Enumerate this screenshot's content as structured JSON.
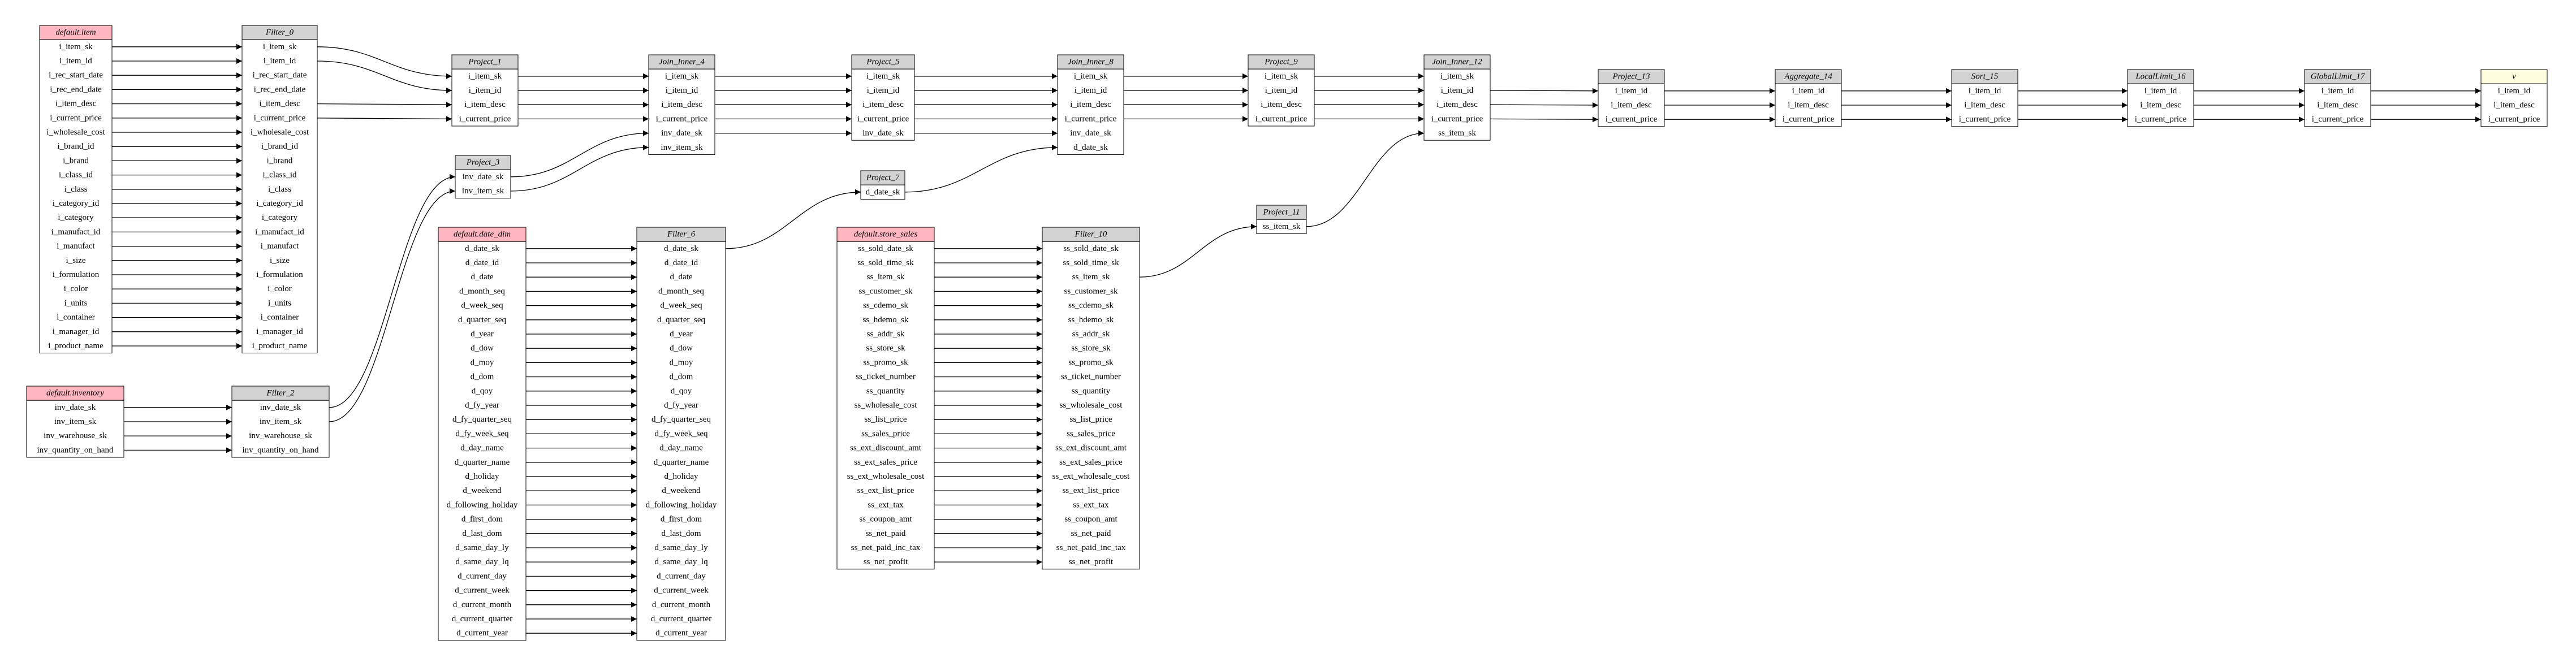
{
  "diagram": {
    "colors": {
      "source_header": "#ffb6c1",
      "op_header": "#d3d3d3",
      "sink_header": "#ffffe0",
      "border": "#000000"
    },
    "nodes": [
      {
        "id": "default_item",
        "title": "default.item",
        "kind": "source",
        "fields": [
          "i_item_sk",
          "i_item_id",
          "i_rec_start_date",
          "i_rec_end_date",
          "i_item_desc",
          "i_current_price",
          "i_wholesale_cost",
          "i_brand_id",
          "i_brand",
          "i_class_id",
          "i_class",
          "i_category_id",
          "i_category",
          "i_manufact_id",
          "i_manufact",
          "i_size",
          "i_formulation",
          "i_color",
          "i_units",
          "i_container",
          "i_manager_id",
          "i_product_name"
        ]
      },
      {
        "id": "filter_0",
        "title": "Filter_0",
        "kind": "op",
        "fields": [
          "i_item_sk",
          "i_item_id",
          "i_rec_start_date",
          "i_rec_end_date",
          "i_item_desc",
          "i_current_price",
          "i_wholesale_cost",
          "i_brand_id",
          "i_brand",
          "i_class_id",
          "i_class",
          "i_category_id",
          "i_category",
          "i_manufact_id",
          "i_manufact",
          "i_size",
          "i_formulation",
          "i_color",
          "i_units",
          "i_container",
          "i_manager_id",
          "i_product_name"
        ]
      },
      {
        "id": "default_inventory",
        "title": "default.inventory",
        "kind": "source",
        "fields": [
          "inv_date_sk",
          "inv_item_sk",
          "inv_warehouse_sk",
          "inv_quantity_on_hand"
        ]
      },
      {
        "id": "filter_2",
        "title": "Filter_2",
        "kind": "op",
        "fields": [
          "inv_date_sk",
          "inv_item_sk",
          "inv_warehouse_sk",
          "inv_quantity_on_hand"
        ]
      },
      {
        "id": "project_1",
        "title": "Project_1",
        "kind": "op",
        "fields": [
          "i_item_sk",
          "i_item_id",
          "i_item_desc",
          "i_current_price"
        ]
      },
      {
        "id": "project_3",
        "title": "Project_3",
        "kind": "op",
        "fields": [
          "inv_date_sk",
          "inv_item_sk"
        ]
      },
      {
        "id": "default_date_dim",
        "title": "default.date_dim",
        "kind": "source",
        "fields": [
          "d_date_sk",
          "d_date_id",
          "d_date",
          "d_month_seq",
          "d_week_seq",
          "d_quarter_seq",
          "d_year",
          "d_dow",
          "d_moy",
          "d_dom",
          "d_qoy",
          "d_fy_year",
          "d_fy_quarter_seq",
          "d_fy_week_seq",
          "d_day_name",
          "d_quarter_name",
          "d_holiday",
          "d_weekend",
          "d_following_holiday",
          "d_first_dom",
          "d_last_dom",
          "d_same_day_ly",
          "d_same_day_lq",
          "d_current_day",
          "d_current_week",
          "d_current_month",
          "d_current_quarter",
          "d_current_year"
        ]
      },
      {
        "id": "filter_6",
        "title": "Filter_6",
        "kind": "op",
        "fields": [
          "d_date_sk",
          "d_date_id",
          "d_date",
          "d_month_seq",
          "d_week_seq",
          "d_quarter_seq",
          "d_year",
          "d_dow",
          "d_moy",
          "d_dom",
          "d_qoy",
          "d_fy_year",
          "d_fy_quarter_seq",
          "d_fy_week_seq",
          "d_day_name",
          "d_quarter_name",
          "d_holiday",
          "d_weekend",
          "d_following_holiday",
          "d_first_dom",
          "d_last_dom",
          "d_same_day_ly",
          "d_same_day_lq",
          "d_current_day",
          "d_current_week",
          "d_current_month",
          "d_current_quarter",
          "d_current_year"
        ]
      },
      {
        "id": "join_inner_4",
        "title": "Join_Inner_4",
        "kind": "op",
        "fields": [
          "i_item_sk",
          "i_item_id",
          "i_item_desc",
          "i_current_price",
          "inv_date_sk",
          "inv_item_sk"
        ]
      },
      {
        "id": "project_5",
        "title": "Project_5",
        "kind": "op",
        "fields": [
          "i_item_sk",
          "i_item_id",
          "i_item_desc",
          "i_current_price",
          "inv_date_sk"
        ]
      },
      {
        "id": "project_7",
        "title": "Project_7",
        "kind": "op",
        "fields": [
          "d_date_sk"
        ]
      },
      {
        "id": "default_store_sales",
        "title": "default.store_sales",
        "kind": "source",
        "fields": [
          "ss_sold_date_sk",
          "ss_sold_time_sk",
          "ss_item_sk",
          "ss_customer_sk",
          "ss_cdemo_sk",
          "ss_hdemo_sk",
          "ss_addr_sk",
          "ss_store_sk",
          "ss_promo_sk",
          "ss_ticket_number",
          "ss_quantity",
          "ss_wholesale_cost",
          "ss_list_price",
          "ss_sales_price",
          "ss_ext_discount_amt",
          "ss_ext_sales_price",
          "ss_ext_wholesale_cost",
          "ss_ext_list_price",
          "ss_ext_tax",
          "ss_coupon_amt",
          "ss_net_paid",
          "ss_net_paid_inc_tax",
          "ss_net_profit"
        ]
      },
      {
        "id": "filter_10",
        "title": "Filter_10",
        "kind": "op",
        "fields": [
          "ss_sold_date_sk",
          "ss_sold_time_sk",
          "ss_item_sk",
          "ss_customer_sk",
          "ss_cdemo_sk",
          "ss_hdemo_sk",
          "ss_addr_sk",
          "ss_store_sk",
          "ss_promo_sk",
          "ss_ticket_number",
          "ss_quantity",
          "ss_wholesale_cost",
          "ss_list_price",
          "ss_sales_price",
          "ss_ext_discount_amt",
          "ss_ext_sales_price",
          "ss_ext_wholesale_cost",
          "ss_ext_list_price",
          "ss_ext_tax",
          "ss_coupon_amt",
          "ss_net_paid",
          "ss_net_paid_inc_tax",
          "ss_net_profit"
        ]
      },
      {
        "id": "join_inner_8",
        "title": "Join_Inner_8",
        "kind": "op",
        "fields": [
          "i_item_sk",
          "i_item_id",
          "i_item_desc",
          "i_current_price",
          "inv_date_sk",
          "d_date_sk"
        ]
      },
      {
        "id": "project_9",
        "title": "Project_9",
        "kind": "op",
        "fields": [
          "i_item_sk",
          "i_item_id",
          "i_item_desc",
          "i_current_price"
        ]
      },
      {
        "id": "project_11",
        "title": "Project_11",
        "kind": "op",
        "fields": [
          "ss_item_sk"
        ]
      },
      {
        "id": "join_inner_12",
        "title": "Join_Inner_12",
        "kind": "op",
        "fields": [
          "i_item_sk",
          "i_item_id",
          "i_item_desc",
          "i_current_price",
          "ss_item_sk"
        ]
      },
      {
        "id": "project_13",
        "title": "Project_13",
        "kind": "op",
        "fields": [
          "i_item_id",
          "i_item_desc",
          "i_current_price"
        ]
      },
      {
        "id": "aggregate_14",
        "title": "Aggregate_14",
        "kind": "op",
        "fields": [
          "i_item_id",
          "i_item_desc",
          "i_current_price"
        ]
      },
      {
        "id": "sort_15",
        "title": "Sort_15",
        "kind": "op",
        "fields": [
          "i_item_id",
          "i_item_desc",
          "i_current_price"
        ]
      },
      {
        "id": "locallimit_16",
        "title": "LocalLimit_16",
        "kind": "op",
        "fields": [
          "i_item_id",
          "i_item_desc",
          "i_current_price"
        ]
      },
      {
        "id": "globallimit_17",
        "title": "GlobalLimit_17",
        "kind": "op",
        "fields": [
          "i_item_id",
          "i_item_desc",
          "i_current_price"
        ]
      },
      {
        "id": "v",
        "title": "v",
        "kind": "sink",
        "fields": [
          "i_item_id",
          "i_item_desc",
          "i_current_price"
        ]
      }
    ],
    "edges": [
      [
        "default_item",
        "*",
        "filter_0",
        "*"
      ],
      [
        "default_inventory",
        "*",
        "filter_2",
        "*"
      ],
      [
        "default_date_dim",
        "*",
        "filter_6",
        "*"
      ],
      [
        "default_store_sales",
        "*",
        "filter_10",
        "*"
      ],
      [
        "filter_0",
        "i_item_sk",
        "project_1",
        "i_item_sk"
      ],
      [
        "filter_0",
        "i_item_id",
        "project_1",
        "i_item_id"
      ],
      [
        "filter_0",
        "i_item_desc",
        "project_1",
        "i_item_desc"
      ],
      [
        "filter_0",
        "i_current_price",
        "project_1",
        "i_current_price"
      ],
      [
        "filter_2",
        "inv_date_sk",
        "project_3",
        "inv_date_sk"
      ],
      [
        "filter_2",
        "inv_item_sk",
        "project_3",
        "inv_item_sk"
      ],
      [
        "project_1",
        "*",
        "join_inner_4",
        "*"
      ],
      [
        "project_3",
        "inv_date_sk",
        "join_inner_4",
        "inv_date_sk"
      ],
      [
        "project_3",
        "inv_item_sk",
        "join_inner_4",
        "inv_item_sk"
      ],
      [
        "join_inner_4",
        "*",
        "project_5",
        "*"
      ],
      [
        "filter_6",
        "d_date_sk",
        "project_7",
        "d_date_sk"
      ],
      [
        "project_5",
        "*",
        "join_inner_8",
        "*"
      ],
      [
        "project_7",
        "d_date_sk",
        "join_inner_8",
        "d_date_sk"
      ],
      [
        "join_inner_8",
        "i_item_sk",
        "project_9",
        "i_item_sk"
      ],
      [
        "join_inner_8",
        "i_item_id",
        "project_9",
        "i_item_id"
      ],
      [
        "join_inner_8",
        "i_item_desc",
        "project_9",
        "i_item_desc"
      ],
      [
        "join_inner_8",
        "i_current_price",
        "project_9",
        "i_current_price"
      ],
      [
        "filter_10",
        "ss_item_sk",
        "project_11",
        "ss_item_sk"
      ],
      [
        "project_9",
        "*",
        "join_inner_12",
        "*"
      ],
      [
        "project_11",
        "ss_item_sk",
        "join_inner_12",
        "ss_item_sk"
      ],
      [
        "join_inner_12",
        "*",
        "project_13",
        "*"
      ],
      [
        "project_13",
        "*",
        "aggregate_14",
        "*"
      ],
      [
        "aggregate_14",
        "*",
        "sort_15",
        "*"
      ],
      [
        "sort_15",
        "*",
        "locallimit_16",
        "*"
      ],
      [
        "locallimit_16",
        "*",
        "globallimit_17",
        "*"
      ],
      [
        "globallimit_17",
        "*",
        "v",
        "*"
      ]
    ]
  }
}
